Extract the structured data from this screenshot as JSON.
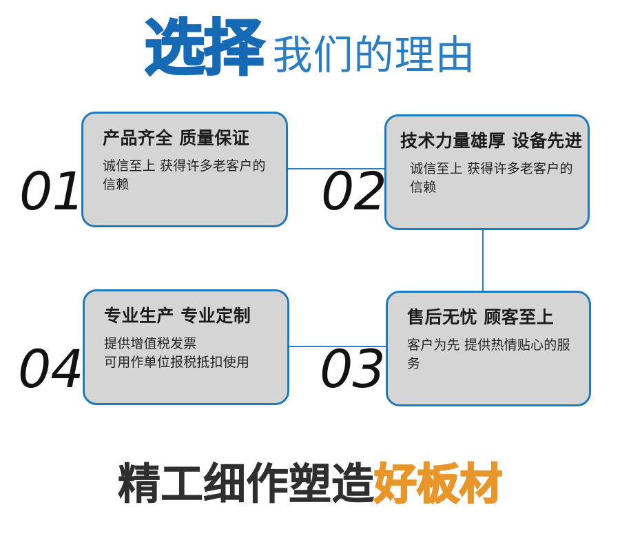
{
  "heading": {
    "emphasis": "选择",
    "rest": "我们的理由"
  },
  "colors": {
    "brand_blue": "#1569b5",
    "border_blue": "#1f7ab8",
    "connector_blue": "#2a7cc4",
    "card_fill": "#d5d5d5",
    "accent_orange": "#e8962a",
    "text_dark": "#1b1b1b",
    "slogan_dark": "#2f2f2f"
  },
  "cards": [
    {
      "number": "01",
      "title": "产品齐全 质量保证",
      "body": "诚信至上 获得许多老客户的信赖"
    },
    {
      "number": "02",
      "title": "技术力量雄厚 设备先进",
      "body": "诚信至上 获得许多老客户的信赖"
    },
    {
      "number": "03",
      "title": "售后无忧 顾客至上",
      "body": "客户为先 提供热情贴心的服务"
    },
    {
      "number": "04",
      "title": "专业生产 专业定制",
      "body": "提供增值税发票\n可用作单位报税抵扣使用"
    }
  ],
  "slogan": {
    "lead": "精工细作塑造",
    "accent": "好板材"
  }
}
